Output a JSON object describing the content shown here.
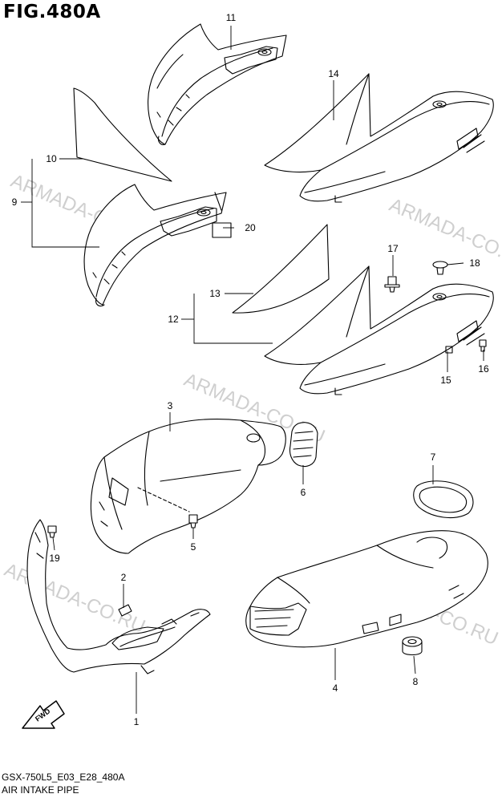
{
  "figure_title": "FIG.480A",
  "footer": {
    "code": "GSX-750L5_E03_E28_480A",
    "name": "AIR INTAKE PIPE"
  },
  "watermark": "ARMADA-CO.RU",
  "fwd_label": "FWD",
  "callouts": [
    "1",
    "2",
    "3",
    "4",
    "5",
    "6",
    "7",
    "8",
    "9",
    "10",
    "11",
    "12",
    "13",
    "14",
    "15",
    "16",
    "17",
    "18",
    "19",
    "20"
  ],
  "colors": {
    "line": "#000000",
    "watermark": "#cfcfcf",
    "background": "#ffffff"
  }
}
